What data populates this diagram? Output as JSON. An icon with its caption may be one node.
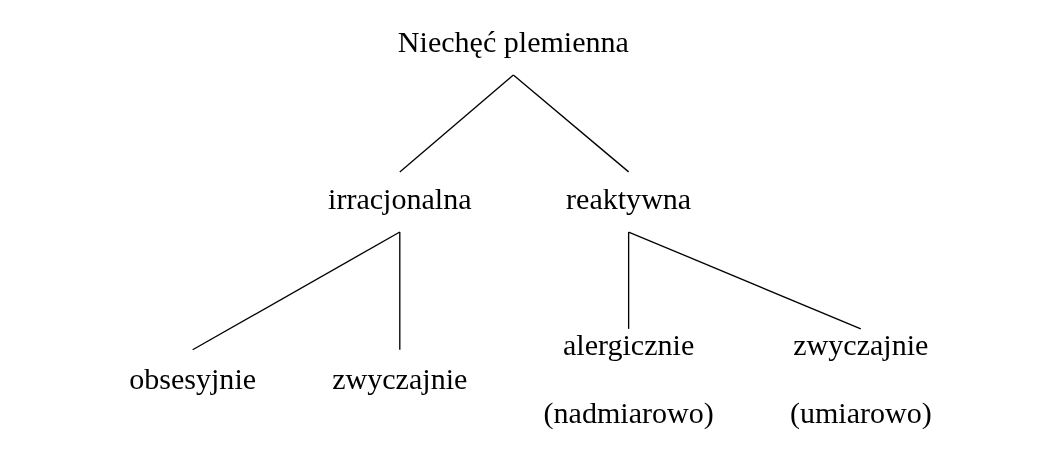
{
  "diagram": {
    "nodes": [
      {
        "text": [
          "Niechęć plemienna"
        ]
      },
      {
        "text": [
          "irracjonalna"
        ]
      },
      {
        "text": [
          "reaktywna"
        ]
      },
      {
        "text": [
          "obsesyjnie"
        ]
      },
      {
        "text": [
          "zwyczajnie"
        ]
      },
      {
        "text": [
          "alergicznie"
        ],
        "beside": [
          "(nadmiarowo)"
        ]
      },
      {
        "text": [
          "zwyczajnie"
        ],
        "beside": [
          "(umiarowo)"
        ]
      }
    ],
    "edges": [
      {
        "from": 0,
        "to": 1,
        "arrow": "none"
      },
      {
        "from": 0,
        "to": 2,
        "arrow": "none"
      },
      {
        "from": 1,
        "to": 3,
        "arrow": "none"
      },
      {
        "from": 1,
        "to": 4,
        "arrow": "none"
      },
      {
        "from": 2,
        "to": 5,
        "arrow": "none"
      },
      {
        "from": 2,
        "to": 6,
        "arrow": "none"
      }
    ]
  }
}
